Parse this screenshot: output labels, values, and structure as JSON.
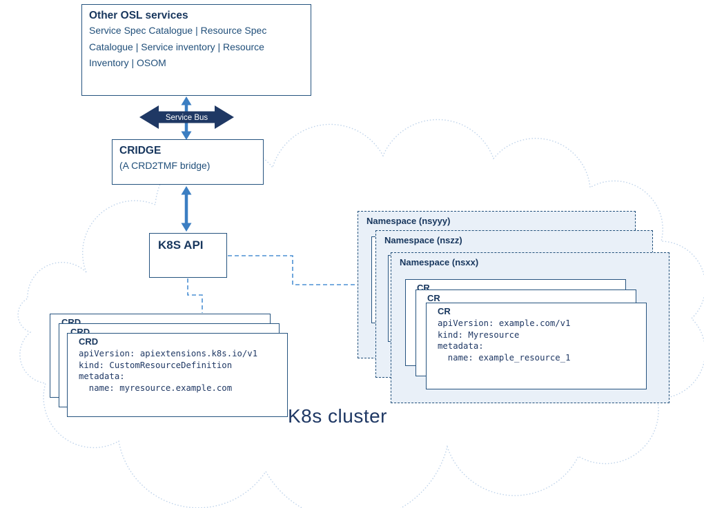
{
  "diagram": {
    "osl_box": {
      "title": "Other OSL services",
      "body": "Service Spec Catalogue | Resource Spec Catalogue | Service inventory | Resource Inventory | OSOM"
    },
    "service_bus_label": "Service Bus",
    "cridge_box": {
      "title": "CRIDGE",
      "subtitle": "(A CRD2TMF bridge)"
    },
    "k8s_api_label": "K8S API",
    "cluster_label": "K8s cluster",
    "namespaces": [
      {
        "label": "Namespace (nsyyy)"
      },
      {
        "label": "Namespace (nszz)"
      },
      {
        "label": "Namespace (nsxx)"
      }
    ],
    "crd_card": {
      "title": "CRD",
      "lines": [
        "apiVersion: apiextensions.k8s.io/v1",
        "kind: CustomResourceDefinition",
        "metadata:",
        "  name: myresource.example.com"
      ]
    },
    "cr_card": {
      "title": "CR",
      "lines": [
        "apiVersion: example.com/v1",
        "kind: Myresource",
        "metadata:",
        "  name: example_resource_1"
      ]
    },
    "colors": {
      "navy_text": "#1f3864",
      "box_border": "#24527e",
      "namespace_fill": "#e9f0f8",
      "namespace_border": "#1f4e79",
      "connector_blue": "#4a8fd3",
      "arrow_blue": "#3b7ec2",
      "service_bus_fill": "#1f3864",
      "cloud_outline": "#bdd2ea"
    }
  }
}
